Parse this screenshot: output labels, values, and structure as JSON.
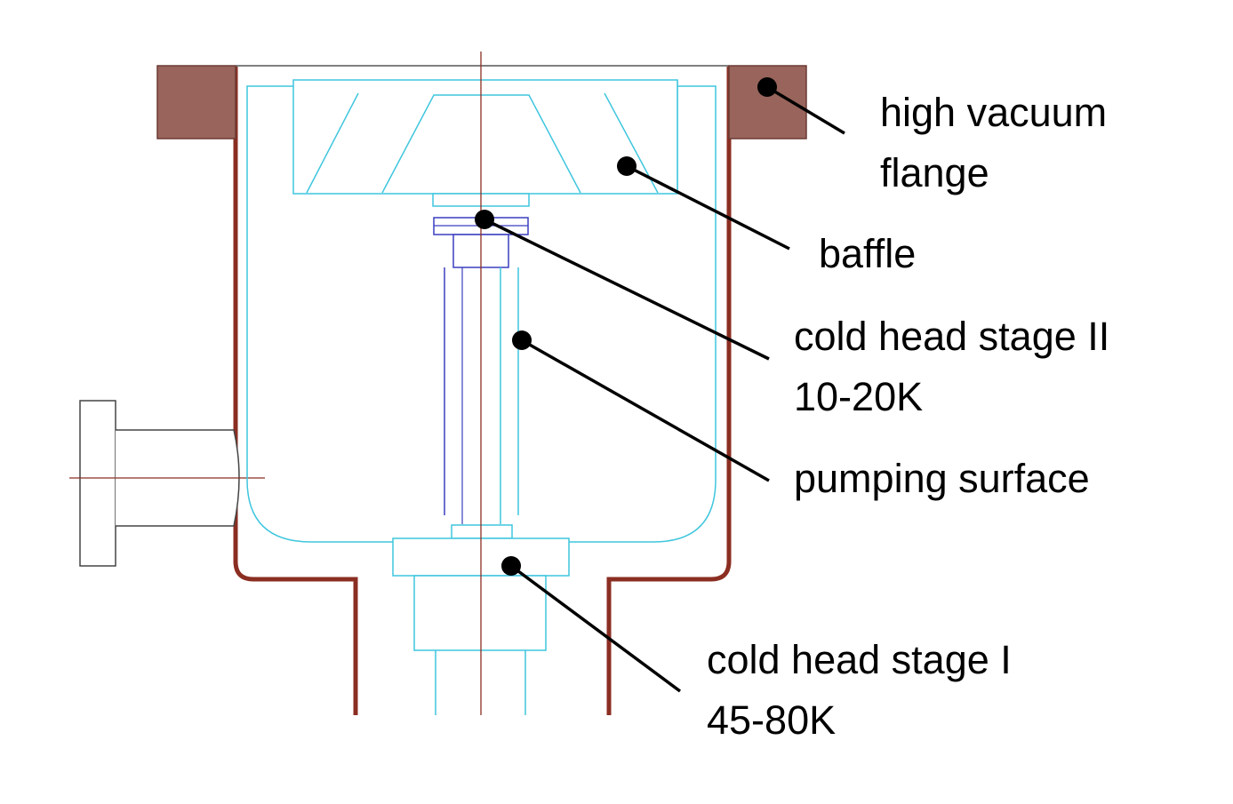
{
  "colors": {
    "vessel_wall": "#8b2e22",
    "flange_fill": "#98645c",
    "cryopanel": "#3fc6de",
    "cold_head": "#3a3fbf",
    "axis_line": "#8b2e22",
    "leader": "#000000"
  },
  "labels": {
    "flange": [
      "high vacuum",
      "flange"
    ],
    "baffle": [
      "baffle"
    ],
    "stage2": [
      "cold head stage II",
      "10-20K"
    ],
    "pumping_surface": [
      "pumping surface"
    ],
    "stage1": [
      "cold head stage I",
      "45-80K"
    ]
  }
}
